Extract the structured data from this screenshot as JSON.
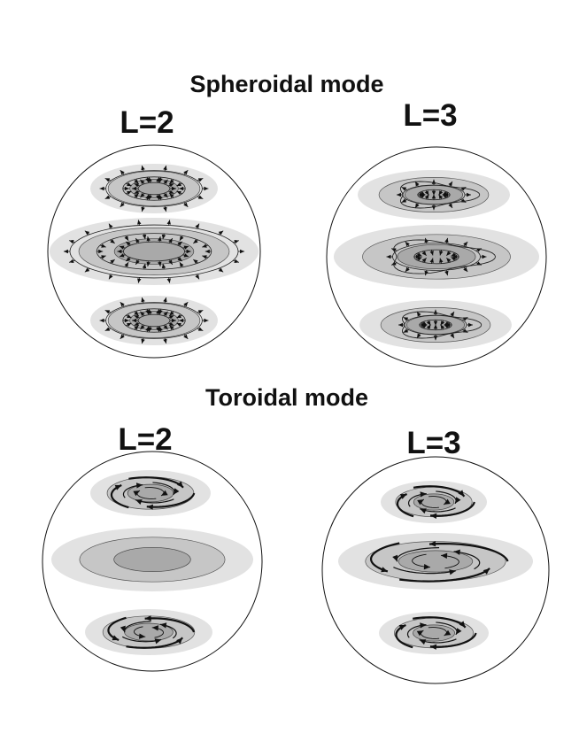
{
  "sections": {
    "spheroidal": {
      "title": "Spheroidal mode",
      "left_label": "L=2",
      "right_label": "L=3"
    },
    "toroidal": {
      "title": "Toroidal mode",
      "left_label": "L=2",
      "right_label": "L=3"
    }
  },
  "colors": {
    "outline": "#111111",
    "shade_light": "#e2e2e2",
    "shade_mid": "#c6c6c6",
    "shade_dark": "#a9a9a9",
    "arrow": "#111111"
  }
}
